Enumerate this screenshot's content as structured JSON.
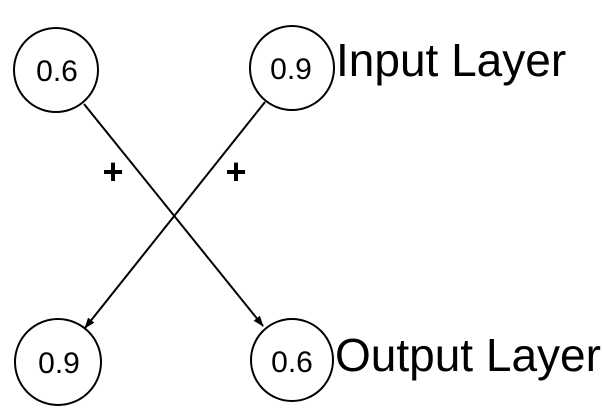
{
  "diagram": {
    "background_color": "#ffffff",
    "stroke_color": "#000000",
    "input_layer_label": "Input Layer",
    "output_layer_label": "Output Layer",
    "nodes": [
      {
        "id": "input-node-1",
        "layer": "input",
        "value": "0.6"
      },
      {
        "id": "input-node-2",
        "layer": "input",
        "value": "0.9"
      },
      {
        "id": "output-node-1",
        "layer": "output",
        "value": "0.9"
      },
      {
        "id": "output-node-2",
        "layer": "output",
        "value": "0.6"
      }
    ],
    "edges": [
      {
        "from": "input-node-1",
        "to": "output-node-2",
        "op_label": "+"
      },
      {
        "from": "input-node-2",
        "to": "output-node-1",
        "op_label": "+"
      }
    ]
  }
}
